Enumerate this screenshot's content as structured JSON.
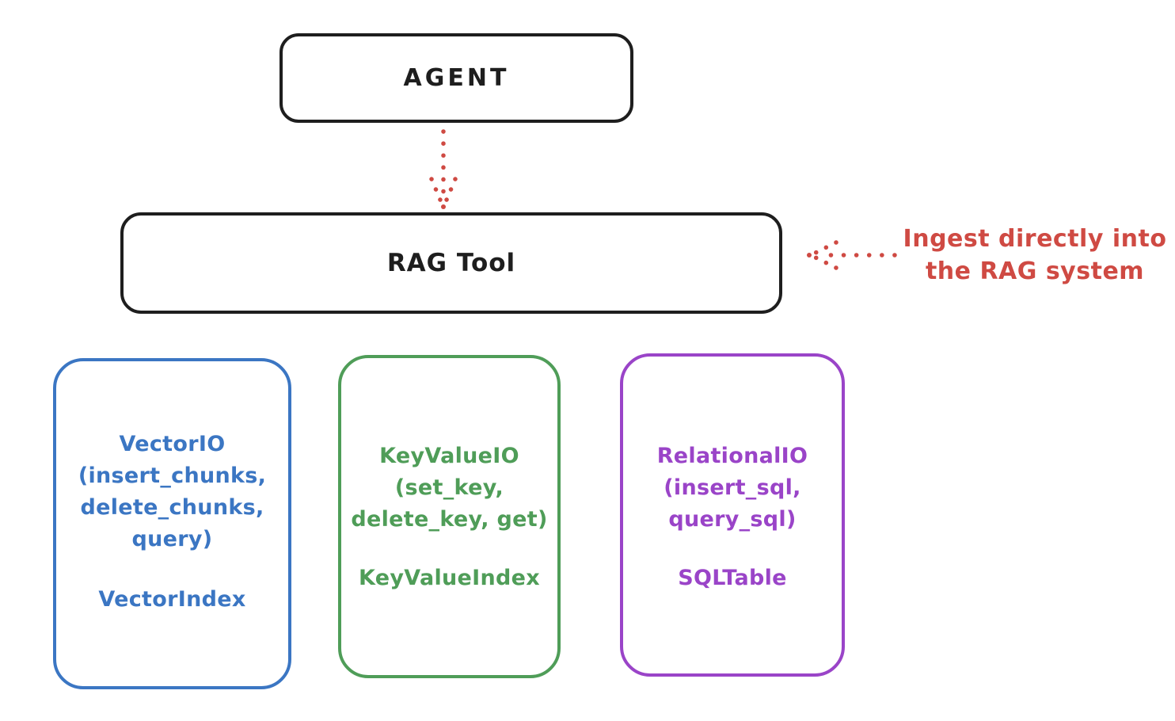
{
  "diagram": {
    "agent_box": {
      "label": "AGENT"
    },
    "rag_tool_box": {
      "label": "RAG Tool"
    },
    "annotation": {
      "line1": "Ingest directly into",
      "line2": "the RAG system"
    },
    "backends": [
      {
        "name": "vector-io",
        "color": "#3b76c3",
        "lines": [
          "VectorIO",
          "(insert_chunks,",
          "delete_chunks,",
          "query)"
        ],
        "index_label": "VectorIndex"
      },
      {
        "name": "keyvalue-io",
        "color": "#4f9d58",
        "lines": [
          "KeyValueIO",
          "(set_key,",
          "delete_key, get)"
        ],
        "index_label": "KeyValueIndex"
      },
      {
        "name": "relational-io",
        "color": "#9a44c8",
        "lines": [
          "RelationalIO",
          "(insert_sql,",
          "query_sql)"
        ],
        "index_label": "SQLTable"
      }
    ],
    "colors": {
      "ink": "#1e1e1e",
      "arrow_red": "#cf4a43",
      "vector_blue": "#3b76c3",
      "keyvalue_green": "#4f9d58",
      "relational_purple": "#9a44c8"
    }
  }
}
